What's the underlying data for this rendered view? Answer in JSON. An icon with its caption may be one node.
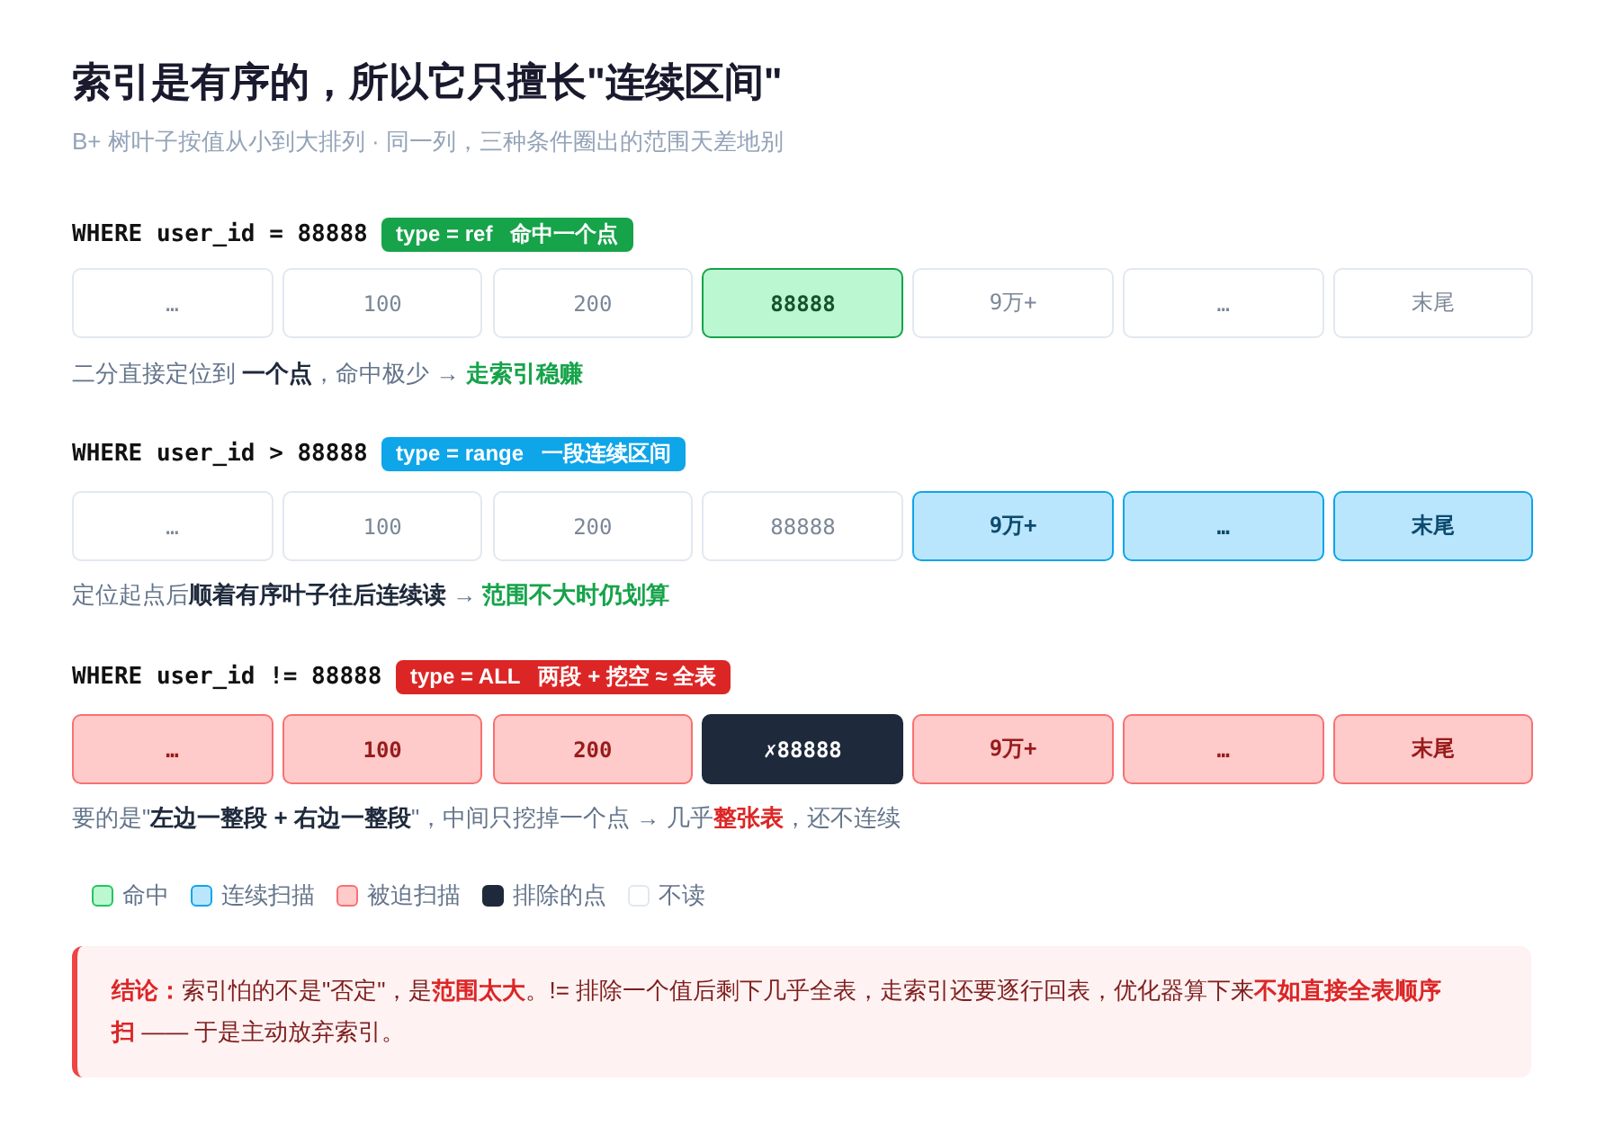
{
  "diagram": {
    "title": "索引是有序的，所以它只擅长\"连续区间\"",
    "nodes": [
      {
        "text": [
          "type = ref",
          "命中一个点"
        ]
      },
      {
        "text": [
          "…"
        ]
      },
      {
        "text": [
          "100"
        ]
      },
      {
        "text": [
          "200"
        ]
      },
      {
        "text": [
          "88888"
        ]
      },
      {
        "text": [
          "9万+"
        ]
      },
      {
        "text": [
          "…"
        ]
      },
      {
        "text": [
          "末尾"
        ]
      },
      {
        "text": [
          "type = range",
          "一段连续区间"
        ]
      },
      {
        "text": [
          "…"
        ]
      },
      {
        "text": [
          "100"
        ]
      },
      {
        "text": [
          "200"
        ]
      },
      {
        "text": [
          "88888"
        ]
      },
      {
        "text": [
          "9万+"
        ]
      },
      {
        "text": [
          "…"
        ]
      },
      {
        "text": [
          "末尾"
        ]
      },
      {
        "text": [
          "type = ALL",
          "两段 + 挖空 ≈ 全表"
        ]
      },
      {
        "text": [
          "…"
        ]
      },
      {
        "text": [
          "100"
        ]
      },
      {
        "text": [
          "200"
        ]
      },
      {
        "text": [
          "✗88888"
        ]
      },
      {
        "text": [
          "9万+"
        ]
      },
      {
        "text": [
          "…"
        ]
      },
      {
        "text": [
          "末尾"
        ]
      },
      {
        "text": [
          "**结论：**索引怕的不是\"否定\"，是**范围太大**。!= 排除一个值后剩下几乎全表，走索引还要逐行回表，优化器算下来**不如直接全表顺序扫** —— 于是主动放弃索引。"
        ]
      }
    ],
    "labels": [
      "B+ 树叶子按值从小到大排列 · 同一列，三种条件圈出的范围天差地别",
      "WHERE user_id = 88888",
      "二分直接定位到 **一个点**，命中极少 → **走索引稳赚**",
      "WHERE user_id > 88888",
      "定位起点后**顺着有序叶子往后连续读** → **范围不大时仍划算**",
      "WHERE user_id != 88888",
      "要的是\"**左边一整段 + 右边一整段**\"，中间只挖掉一个点 → 几乎**整张表**，还不连续"
    ],
    "legend": [
      {
        "text": "命中",
        "color": "#bbf7d0"
      },
      {
        "text": "连续扫描",
        "color": "#bae6fd"
      },
      {
        "text": "被迫扫描",
        "color": "#fecaca"
      },
      {
        "text": "排除的点",
        "color": "#1e293b"
      },
      {
        "text": "不读",
        "color": "#ffffff"
      }
    ]
  }
}
